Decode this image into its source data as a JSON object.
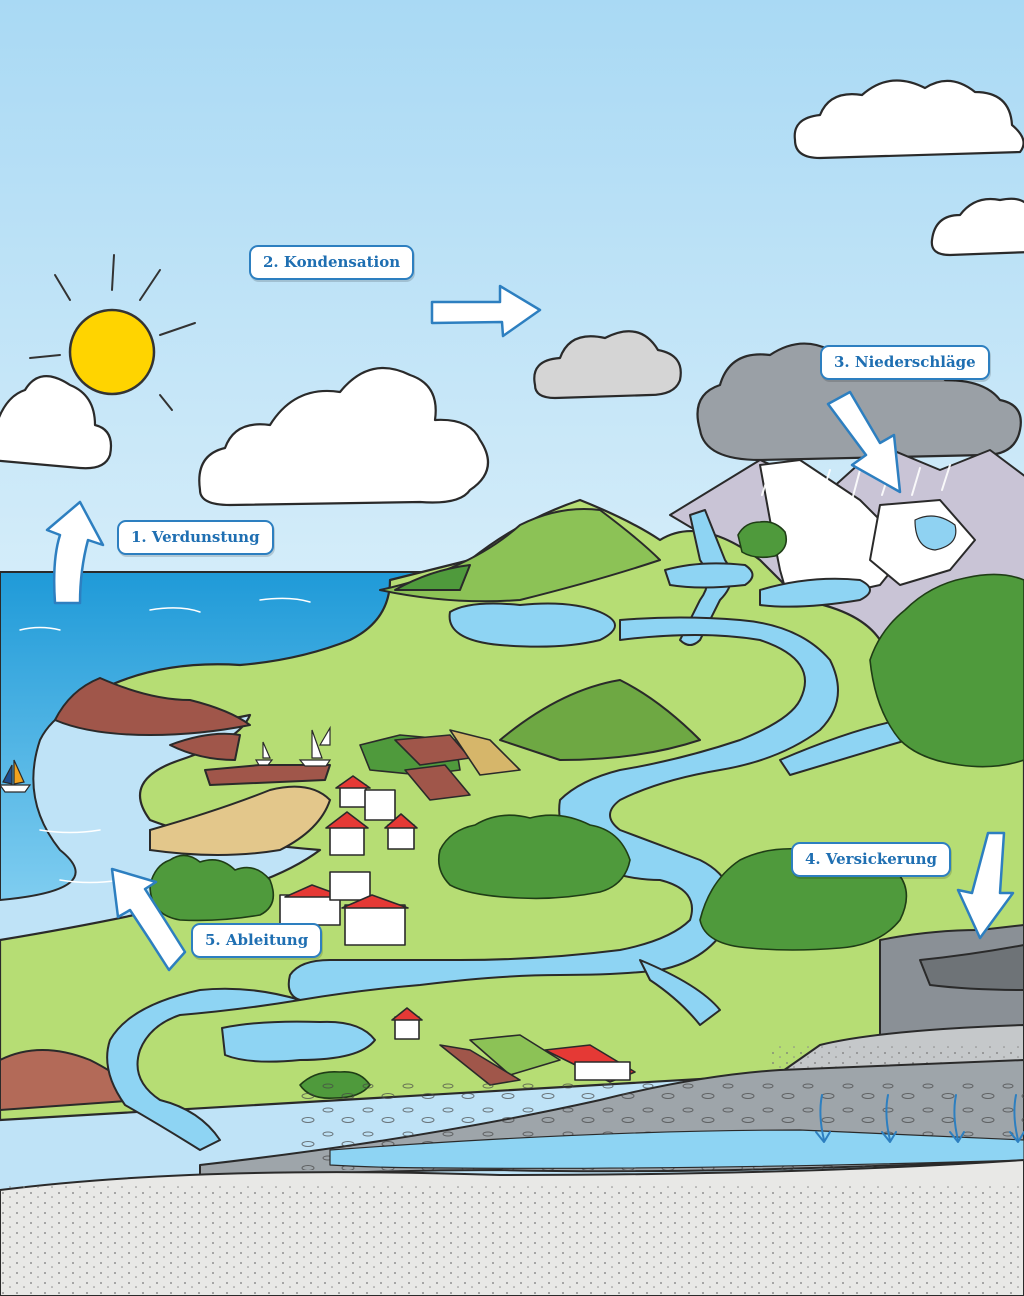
{
  "stages": [
    {
      "id": "verdunstung",
      "label": "1. Verdunstung"
    },
    {
      "id": "kondensation",
      "label": "2. Kondensation"
    },
    {
      "id": "niederschlaege",
      "label": "3. Niederschläge"
    },
    {
      "id": "versickerung",
      "label": "4. Versickerung"
    },
    {
      "id": "ableitung",
      "label": "5. Ableitung"
    }
  ],
  "colors": {
    "sky": "#bfe3f7",
    "sea": "#2fa6e0",
    "water": "#7fcdf0",
    "meadow": "#b6dd74",
    "forest": "#4f9a3c",
    "sun": "#ffd400",
    "rain_cloud": "#9aa0a6",
    "label_border": "#2d7fc0",
    "roof": "#e53935",
    "soil": "#9ea5aa",
    "bedrock": "#e8e8e6"
  }
}
